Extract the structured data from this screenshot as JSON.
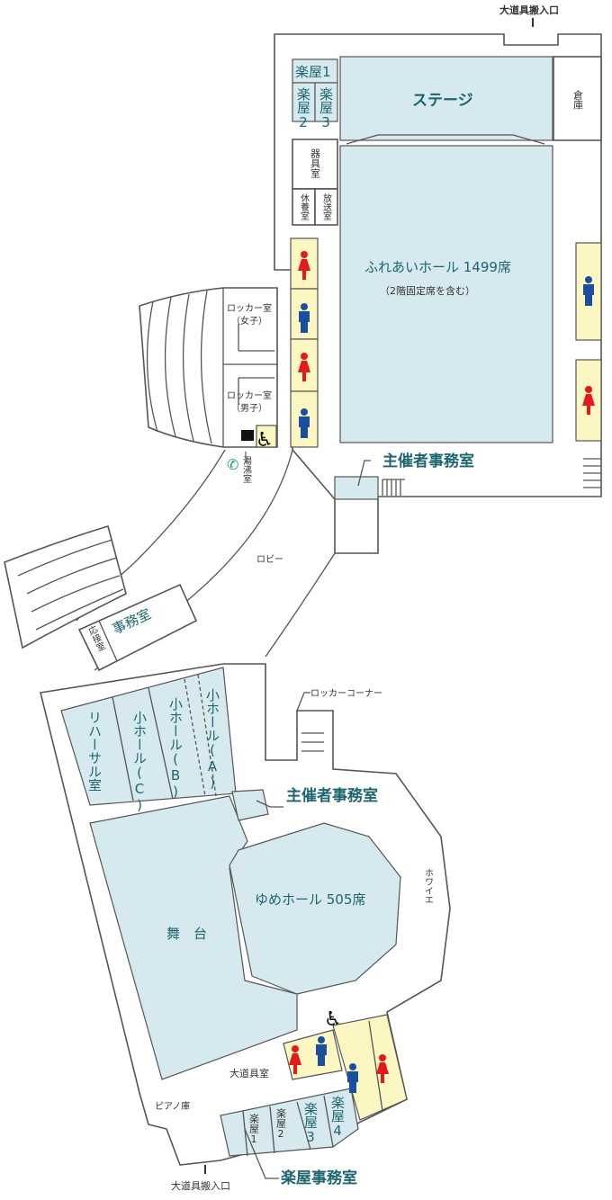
{
  "title": "施設フロアマップ",
  "colors": {
    "room": "#d5e9ee",
    "restroom": "#fbf6c2",
    "label": "#1d6670",
    "female": "#e21a1a",
    "male": "#1a4fa0",
    "phone": "#1a9c6a"
  },
  "upper": {
    "loading_entrance": "大道具搬入口",
    "dressing1": "楽屋1",
    "dressing2": "楽屋2",
    "dressing3": "楽屋3",
    "stage": "ステージ",
    "storage": "倉庫",
    "equipment_room": "器具室",
    "rest_room": "休養室",
    "broadcast_room": "放送室",
    "hall_name": "ふれあいホール 1499席",
    "hall_note": "（2階固定席を含む）",
    "organizer_office": "主催者事務室",
    "locker_female": "ロッカー室",
    "locker_female_sub": "（女子）",
    "locker_male": "ロッカー室",
    "locker_male_sub": "（男子）",
    "kitchenette": "湯沸室"
  },
  "middle": {
    "lobby": "ロビー",
    "office": "事務室",
    "reception": "応接室",
    "locker_corner": "ロッカーコーナー"
  },
  "lower": {
    "rehearsal": "リハーサル室",
    "small_hall_a": "小ホール(A)",
    "small_hall_b": "小ホール(B)",
    "small_hall_c": "小ホール(C)",
    "organizer_office": "主催者事務室",
    "stage": "舞　台",
    "hall_name": "ゆめホール 505席",
    "foyer": "ホワイエ",
    "prop_room": "大道具室",
    "piano_storage": "ピアノ庫",
    "dressing1": "楽屋1",
    "dressing2": "楽屋2",
    "dressing3": "楽屋3",
    "dressing4": "楽屋4",
    "dressing_office": "楽屋事務室",
    "loading_entrance": "大道具搬入口"
  }
}
